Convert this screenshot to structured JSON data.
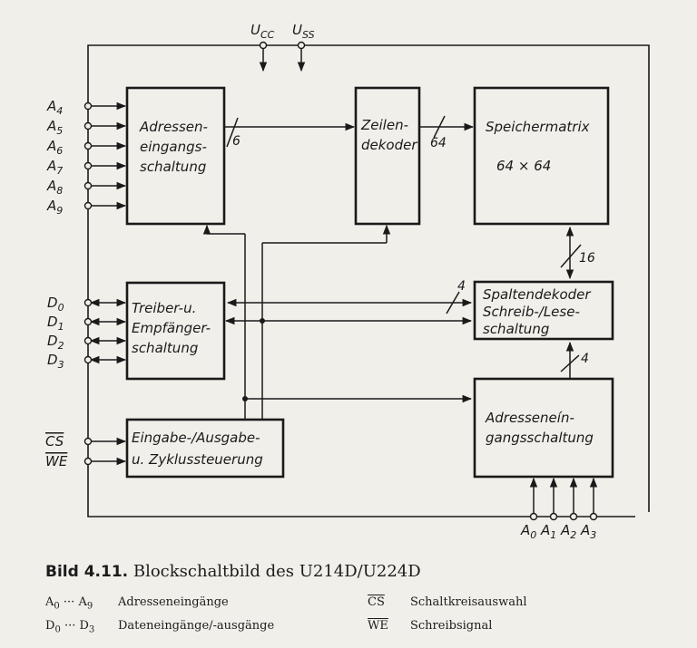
{
  "diagram": {
    "power": {
      "vcc": "U",
      "vcc_sub": "CC",
      "vss": "U",
      "vss_sub": "SS"
    },
    "blocks": {
      "addr_in": [
        "Adressen-",
        "eingangs-",
        "schaltung"
      ],
      "row_dec": [
        "Zeilen-",
        "dekoder"
      ],
      "matrix": [
        "Speichermatrix",
        "64 × 64"
      ],
      "driver": [
        "Treiber-u.",
        "Empfänger-",
        "schaltung"
      ],
      "io_ctrl": [
        "Eingabe-/Ausgabe-",
        "u. Zyklussteuerung"
      ],
      "col_dec": [
        "Spaltendekoder",
        "Schreib-/Lese-",
        "schaltung"
      ],
      "addr_in2": [
        "Adresseneín-",
        "gangsschaltung"
      ]
    },
    "bus_labels": {
      "addr_to_row": "6",
      "row_to_matrix": "64",
      "matrix_to_col": "16",
      "driver_to_col": "4",
      "addr2_to_col": "4"
    },
    "pins_addr_high": [
      "A4",
      "A5",
      "A6",
      "A7",
      "A8",
      "A9"
    ],
    "pins_data": [
      "D0",
      "D1",
      "D2",
      "D3"
    ],
    "pins_ctrl": [
      "CS",
      "WE"
    ],
    "pins_addr_low": [
      "A0",
      "A1",
      "A2",
      "A3"
    ]
  },
  "caption": {
    "number": "Bild 4.11.",
    "text": "Blockschaltbild des U214D/U224D"
  },
  "legend": [
    {
      "key": "A0 ··· A9",
      "desc": "Adresseneingänge"
    },
    {
      "key": "D0 ··· D3",
      "desc": "Dateneingänge/-ausgänge"
    },
    {
      "key": "CS",
      "desc": "Schaltkreisauswahl"
    },
    {
      "key": "WE",
      "desc": "Schreibsignal"
    }
  ]
}
